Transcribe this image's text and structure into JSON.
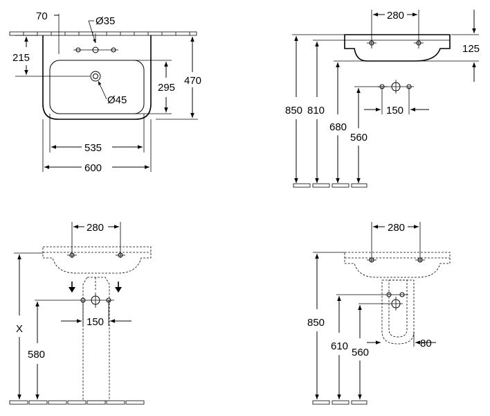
{
  "top_left_view": {
    "dim_70": "70",
    "dim_diam35": "Ø35",
    "dim_215": "215",
    "dim_295": "295",
    "dim_470": "470",
    "dim_diam45": "Ø45",
    "dim_535": "535",
    "dim_600": "600"
  },
  "top_right_view": {
    "dim_280": "280",
    "dim_125": "125",
    "dim_850": "850",
    "dim_810": "810",
    "dim_680": "680",
    "dim_560": "560",
    "dim_150": "150"
  },
  "bottom_left_view": {
    "dim_280": "280",
    "dim_x": "X",
    "dim_580": "580",
    "dim_150": "150"
  },
  "bottom_right_view": {
    "dim_280": "280",
    "dim_850": "850",
    "dim_610": "610",
    "dim_560": "560",
    "dim_80": "80"
  }
}
